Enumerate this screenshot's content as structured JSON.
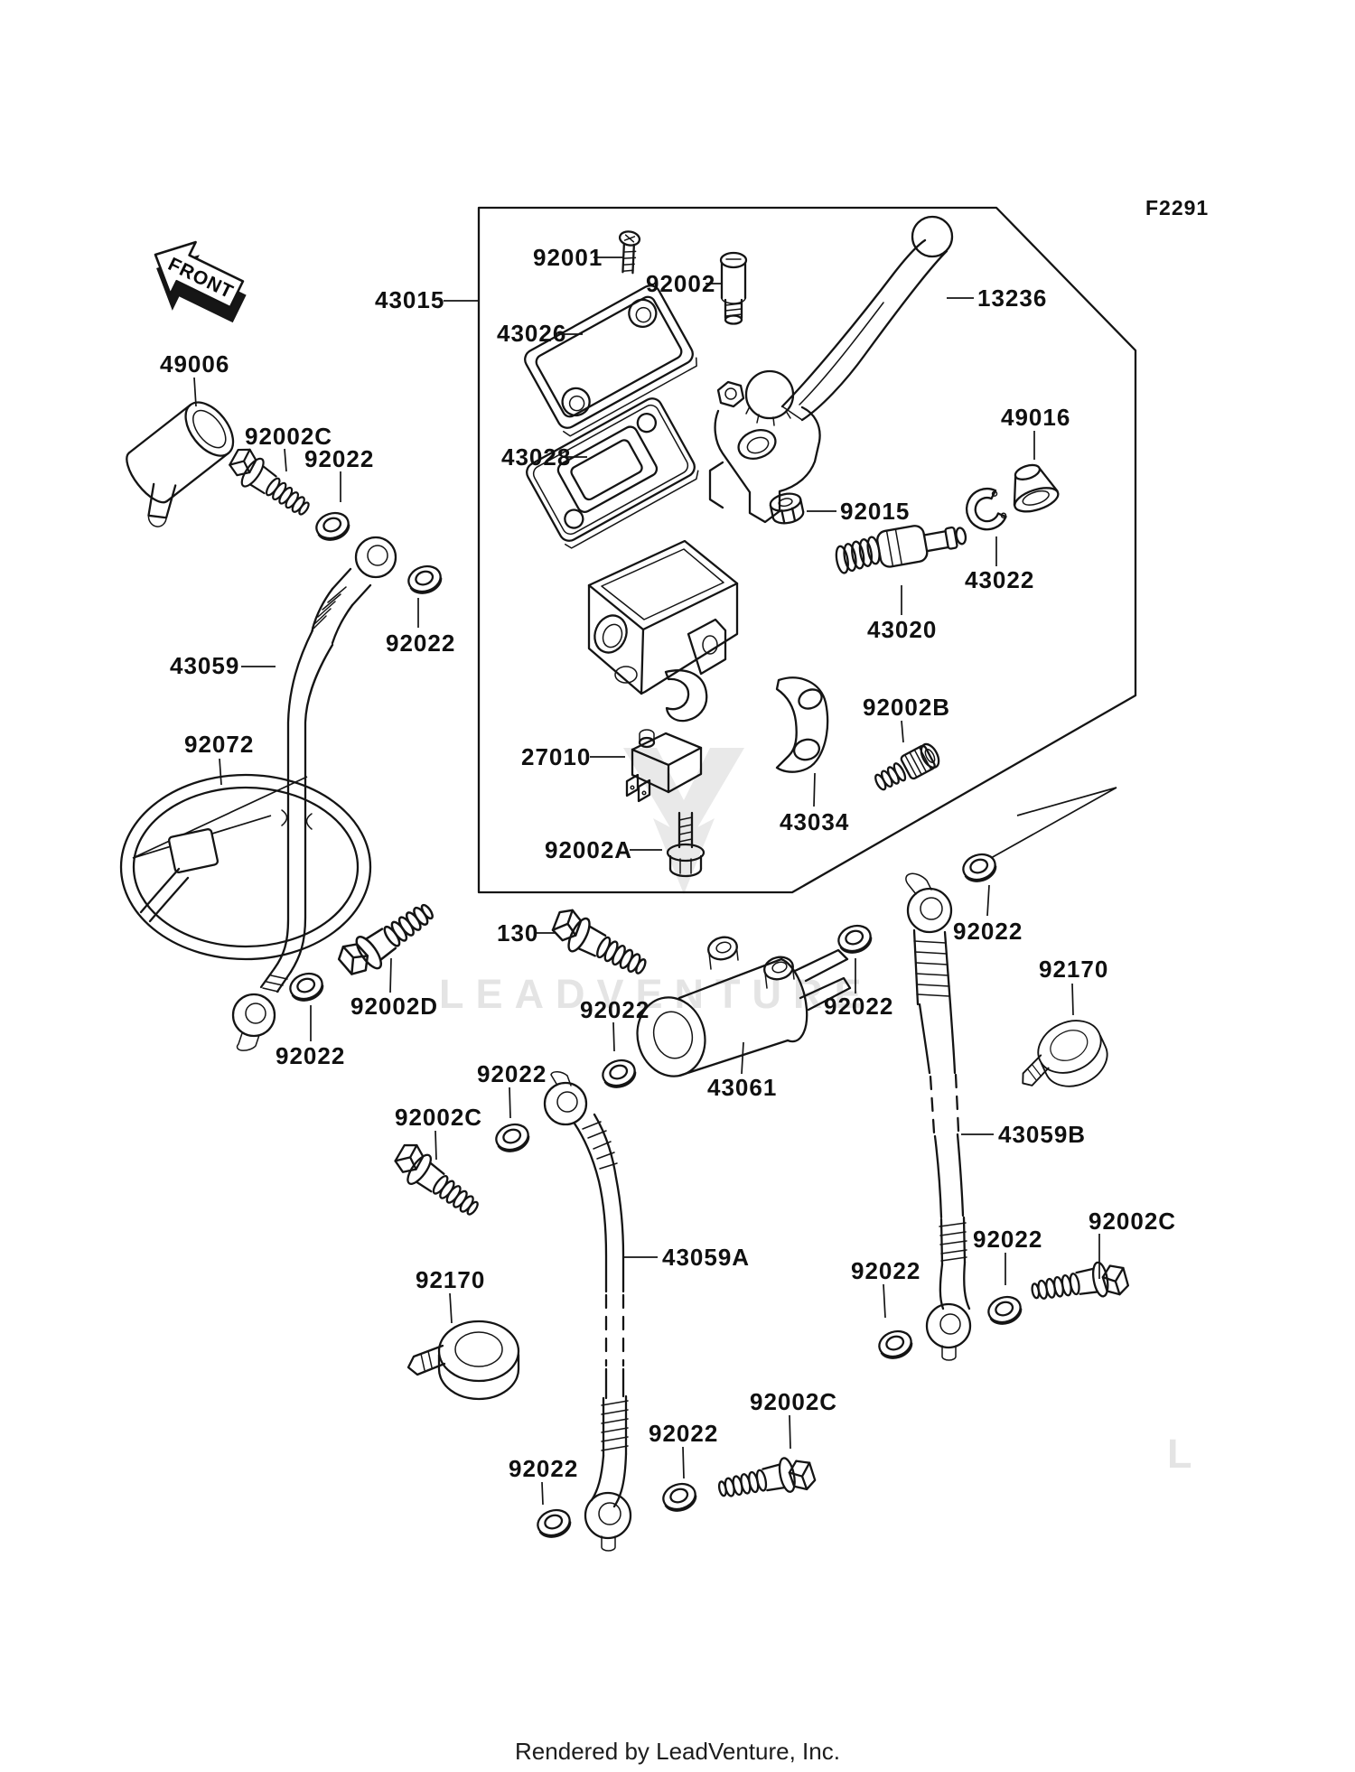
{
  "diagram": {
    "ref_code": "F2291",
    "front_label": "FRONT",
    "footer": "Rendered by LeadVenture, Inc.",
    "watermark_text": "LEADVENTURE",
    "watermark_partial": "L"
  },
  "labels": [
    {
      "part": "92001"
    },
    {
      "part": "92002"
    },
    {
      "part": "13236"
    },
    {
      "part": "43015"
    },
    {
      "part": "43026"
    },
    {
      "part": "49006"
    },
    {
      "part": "43028"
    },
    {
      "part": "92002C"
    },
    {
      "part": "92022"
    },
    {
      "part": "49016"
    },
    {
      "part": "92015"
    },
    {
      "part": "43022"
    },
    {
      "part": "43020"
    },
    {
      "part": "43059"
    },
    {
      "part": "92022"
    },
    {
      "part": "92072"
    },
    {
      "part": "27010"
    },
    {
      "part": "92002B"
    },
    {
      "part": "43034"
    },
    {
      "part": "92002A"
    },
    {
      "part": "92022"
    },
    {
      "part": "92170"
    },
    {
      "part": "43059B"
    },
    {
      "part": "130"
    },
    {
      "part": "92002D"
    },
    {
      "part": "92022"
    },
    {
      "part": "92022"
    },
    {
      "part": "92002C"
    },
    {
      "part": "92022"
    },
    {
      "part": "43061"
    },
    {
      "part": "92022"
    },
    {
      "part": "92170"
    },
    {
      "part": "43059A"
    },
    {
      "part": "92022"
    },
    {
      "part": "92022"
    },
    {
      "part": "92002C"
    },
    {
      "part": "92022"
    },
    {
      "part": "92022"
    },
    {
      "part": "92002C"
    }
  ]
}
